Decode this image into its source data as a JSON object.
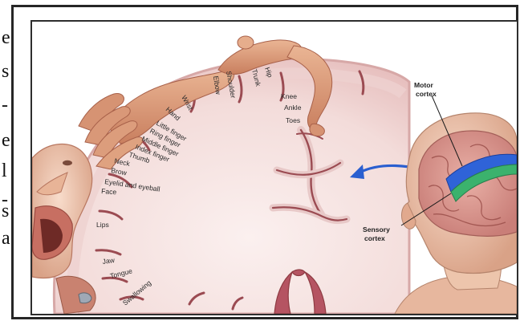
{
  "side_text": [
    "e",
    "s",
    "-",
    "e",
    "l",
    "-",
    "s",
    "a"
  ],
  "homunculus_labels": {
    "hip": "Hip",
    "trunk": "Trunk",
    "shoulder": "Shoulder",
    "elbow": "Elbow",
    "wrist": "Wrist",
    "hand": "Hand",
    "little_finger": "Little finger",
    "ring_finger": "Ring finger",
    "middle_finger": "Middle finger",
    "index_finger": "Index finger",
    "thumb": "Thumb",
    "neck": "Neck",
    "brow": "Brow",
    "eyelid_eyeball": "Eyelid and eyeball",
    "face": "Face",
    "lips": "Lips",
    "jaw": "Jaw",
    "tongue": "Tongue",
    "swallowing": "Swallowing",
    "knee": "Knee",
    "ankle": "Ankle",
    "toes": "Toes"
  },
  "head_labels": {
    "motor_cortex_1": "Motor",
    "motor_cortex_2": "cortex",
    "sensory_cortex_1": "Sensory",
    "sensory_cortex_2": "cortex"
  },
  "colors": {
    "cortex_fill": "#f6e3e1",
    "cortex_edge": "#d7a8a7",
    "sulcus": "#8e3b42",
    "body": "#e2a27f",
    "motor_strip": "#2f63d8",
    "sensory_strip": "#3bb26d",
    "arrow": "#2a5fd0",
    "skin": "#f0cdb5"
  }
}
